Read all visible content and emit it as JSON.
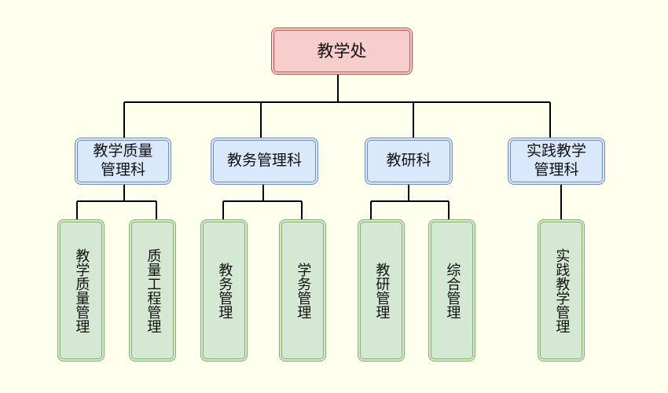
{
  "root": {
    "label": "教学处"
  },
  "departments": [
    {
      "label": "教学质量\n管理科",
      "children": [
        "教学质量管理",
        "质量工程管理"
      ]
    },
    {
      "label": "教务管理科",
      "children": [
        "教务管理",
        "学务管理"
      ]
    },
    {
      "label": "教研科",
      "children": [
        "教研管理",
        "综合管理"
      ]
    },
    {
      "label": "实践教学\n管理科",
      "children": [
        "实践教学管理"
      ]
    }
  ],
  "colors": {
    "background": "#ffffee",
    "root_fill": "#f8cecc",
    "root_border": "#b85450",
    "department_fill": "#dae8fc",
    "department_border": "#6c8ebf",
    "unit_fill": "#d5e8d4",
    "unit_border": "#82b366",
    "connector": "#000000"
  }
}
